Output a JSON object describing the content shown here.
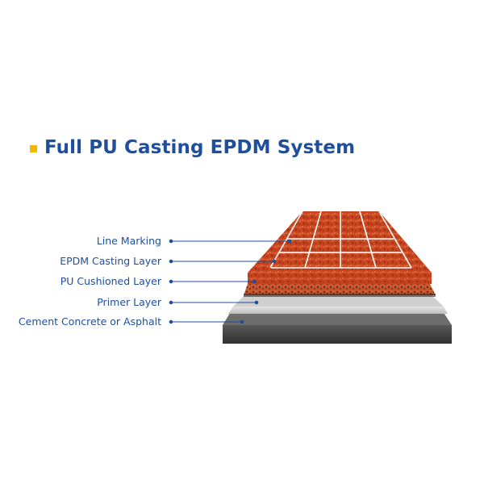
{
  "title": "Full PU Casting EPDM System",
  "layers": [
    {
      "label": "Line Marking"
    },
    {
      "label": "EPDM Casting Layer"
    },
    {
      "label": "PU Cushioned Layer"
    },
    {
      "label": "Primer Layer"
    },
    {
      "label": "Cement Concrete or Asphalt"
    }
  ],
  "colors": {
    "title": "#1f4f9c",
    "label": "#1f4f9c",
    "bullet": "#f2b800",
    "epdm": "#c8461f",
    "primer": "#d6d6d6",
    "concrete": "#3f3f3f"
  },
  "icons": {
    "title_bullet": "square-bullet-icon",
    "leader_dot": "dot-icon"
  }
}
